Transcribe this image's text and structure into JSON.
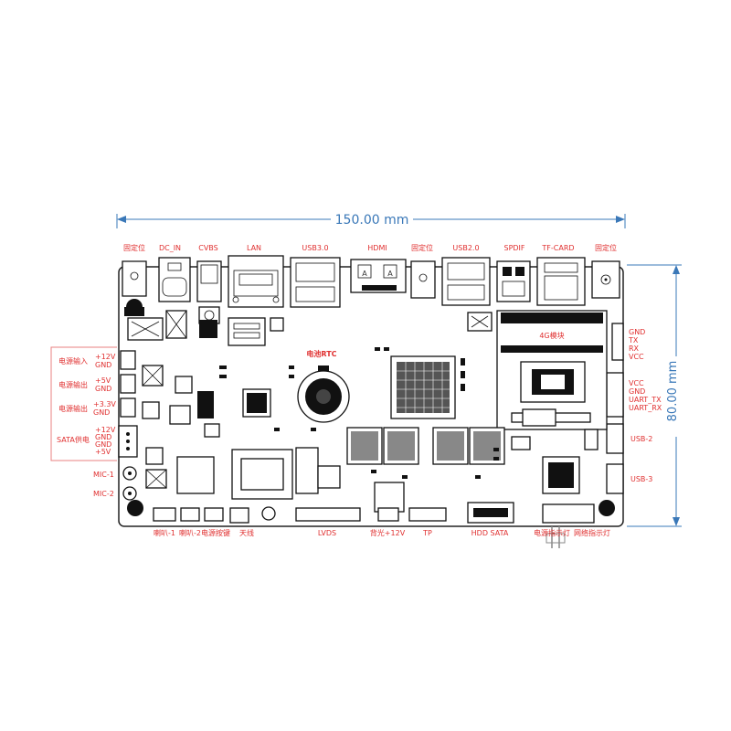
{
  "dimensions": {
    "width_label": "150.00 mm",
    "height_label": "80.00 mm"
  },
  "top_connectors": [
    "固定位",
    "DC_IN",
    "CVBS",
    "LAN",
    "USB3.0",
    "HDMI",
    "固定位",
    "USB2.0",
    "SPDIF",
    "TF-CARD",
    "固定位"
  ],
  "left_connectors": {
    "power_in": {
      "name": "电源输入",
      "pins": [
        "+12V",
        "GND"
      ]
    },
    "power_out_5v": {
      "name": "电源输出",
      "pins": [
        "+5V",
        "GND"
      ]
    },
    "power_out_33v": {
      "name": "电源输出",
      "pins": [
        "+3.3V",
        "GND"
      ]
    },
    "sata_power": {
      "name": "SATA供电",
      "pins": [
        "+12V",
        "GND",
        "GND",
        "+5V"
      ]
    },
    "mic1": "MIC-1",
    "mic2": "MIC-2"
  },
  "right_connectors": {
    "debug": [
      "GND",
      "TX",
      "RX",
      "VCC"
    ],
    "uart": [
      "VCC",
      "GND",
      "UART_TX",
      "UART_RX"
    ],
    "usb2": "USB-2",
    "usb3": "USB-3"
  },
  "bottom_connectors": [
    "喇叭-1",
    "喇叭-2",
    "电源按键",
    "天线",
    "LVDS",
    "背光+12V",
    "TP",
    "HDD SATA",
    "电源指示灯",
    "网络指示灯"
  ],
  "board_labels": {
    "rtc": "电池RTC",
    "module_4g": "4G模块",
    "hdmi_pin_a": "A",
    "hdmi_pin_b": "A"
  },
  "colors": {
    "label_red": "#e03030",
    "dimension_blue": "#3a78b8",
    "board_outline": "#222222",
    "bracket_red": "#e88080"
  }
}
